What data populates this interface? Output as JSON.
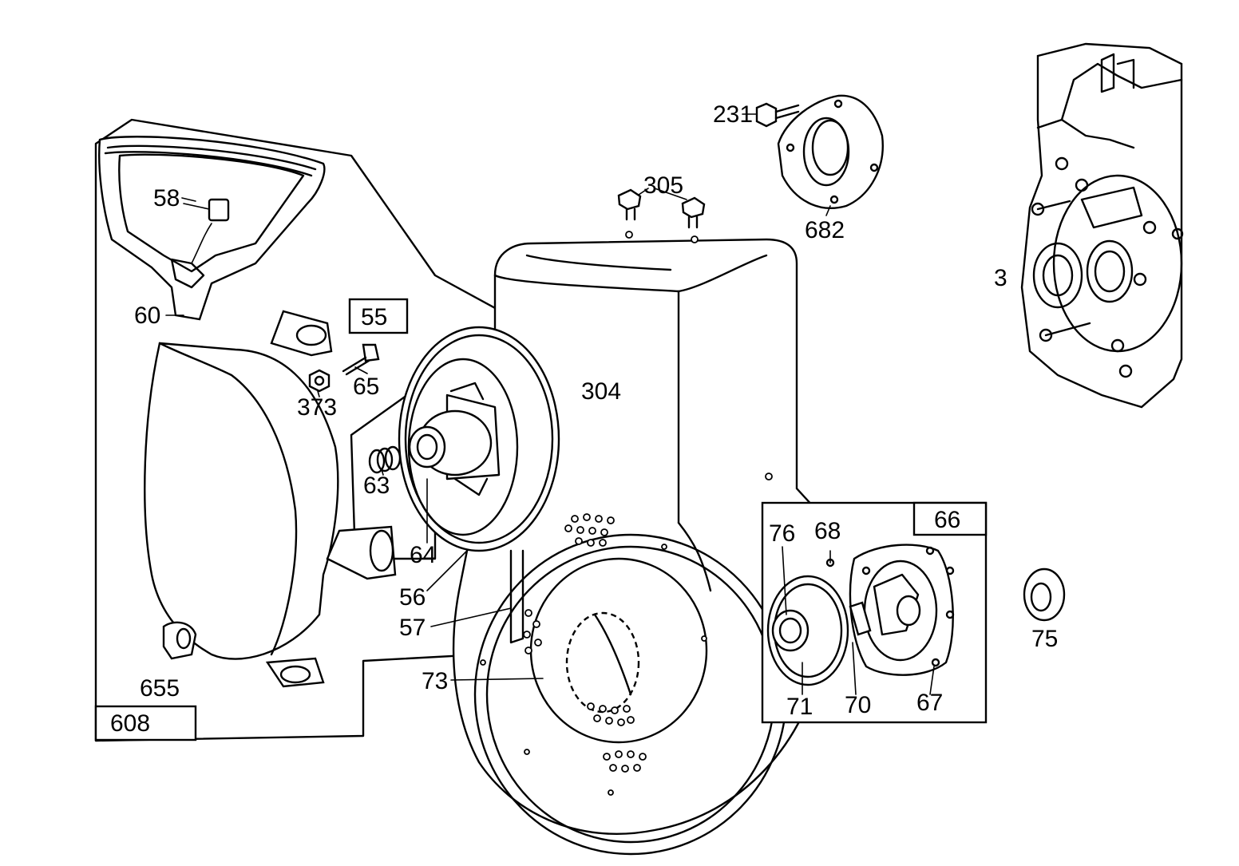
{
  "diagram": {
    "callouts": {
      "c3": "3",
      "c55": "55",
      "c56": "56",
      "c57": "57",
      "c58": "58",
      "c60": "60",
      "c63": "63",
      "c64": "64",
      "c65": "65",
      "c66": "66",
      "c67": "67",
      "c68": "68",
      "c70": "70",
      "c71": "71",
      "c73": "73",
      "c75": "75",
      "c76": "76",
      "c231": "231",
      "c304": "304",
      "c305": "305",
      "c373": "373",
      "c608": "608",
      "c655": "655",
      "c682": "682"
    }
  }
}
